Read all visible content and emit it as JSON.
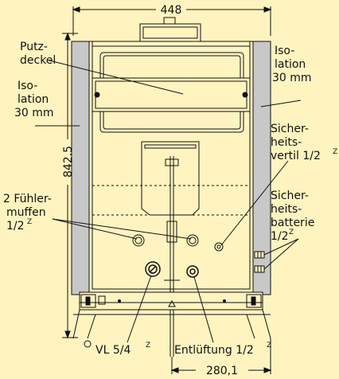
{
  "background": "#fff4c0",
  "dimensions": {
    "top_width": "448",
    "height": "842,5",
    "bottom_width": "280,1"
  },
  "labels": {
    "putzdeckel": [
      "Putz-",
      "deckel"
    ],
    "isolation_left": [
      "Iso-",
      "lation",
      "30 mm"
    ],
    "isolation_right": [
      "Iso-",
      "lation",
      "30 mm"
    ],
    "sicherheitsventil": [
      "Sicher-",
      "heits-",
      "vertil 1/2"
    ],
    "sicherheitsventil_sup": "Z",
    "sicherheitsbatterie": [
      "Sicher-",
      "heits-",
      "batterie",
      "1/2"
    ],
    "sicherheitsbatterie_sup": "Z",
    "fuehlermuffen": [
      "2 Fühler-",
      "muffen",
      "1/2"
    ],
    "fuehlermuffen_sup": "Z",
    "vorlauf": "VL 5/4",
    "vorlauf_sup": "Z",
    "entlueftung": "Entlüftung 1/2",
    "entlueftung_sup": "Z"
  },
  "colors": {
    "insulation": "#c8c8c8",
    "line": "#111111"
  }
}
